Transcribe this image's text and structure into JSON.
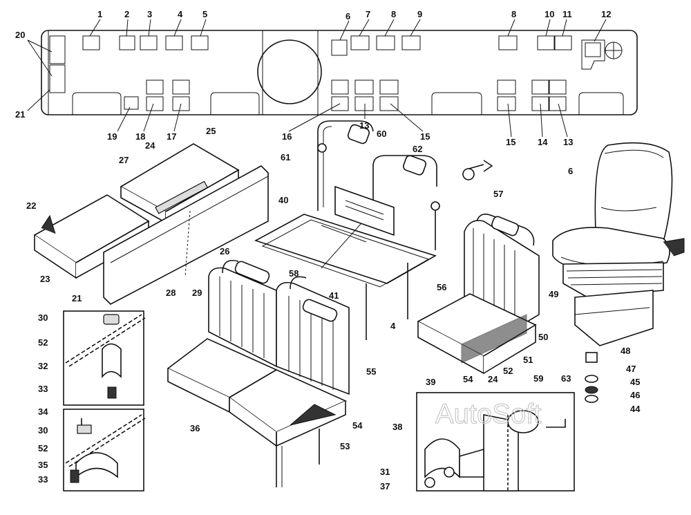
{
  "watermark": "AutoSoft",
  "callouts": [
    "1",
    "2",
    "3",
    "4",
    "5",
    "6",
    "7",
    "8",
    "9",
    "8",
    "10",
    "11",
    "12",
    "20",
    "21",
    "19",
    "18",
    "17",
    "16",
    "13",
    "15",
    "15",
    "14",
    "13",
    "25",
    "24",
    "27",
    "22",
    "23",
    "21",
    "28",
    "29",
    "26",
    "60",
    "61",
    "62",
    "40",
    "6",
    "57",
    "56",
    "49",
    "50",
    "51",
    "58",
    "41",
    "4",
    "54",
    "24",
    "52",
    "48",
    "47",
    "45",
    "46",
    "44",
    "30",
    "52",
    "32",
    "33",
    "34",
    "30",
    "52",
    "35",
    "33",
    "36",
    "55",
    "54",
    "53",
    "39",
    "59",
    "63",
    "38",
    "31",
    "37"
  ]
}
